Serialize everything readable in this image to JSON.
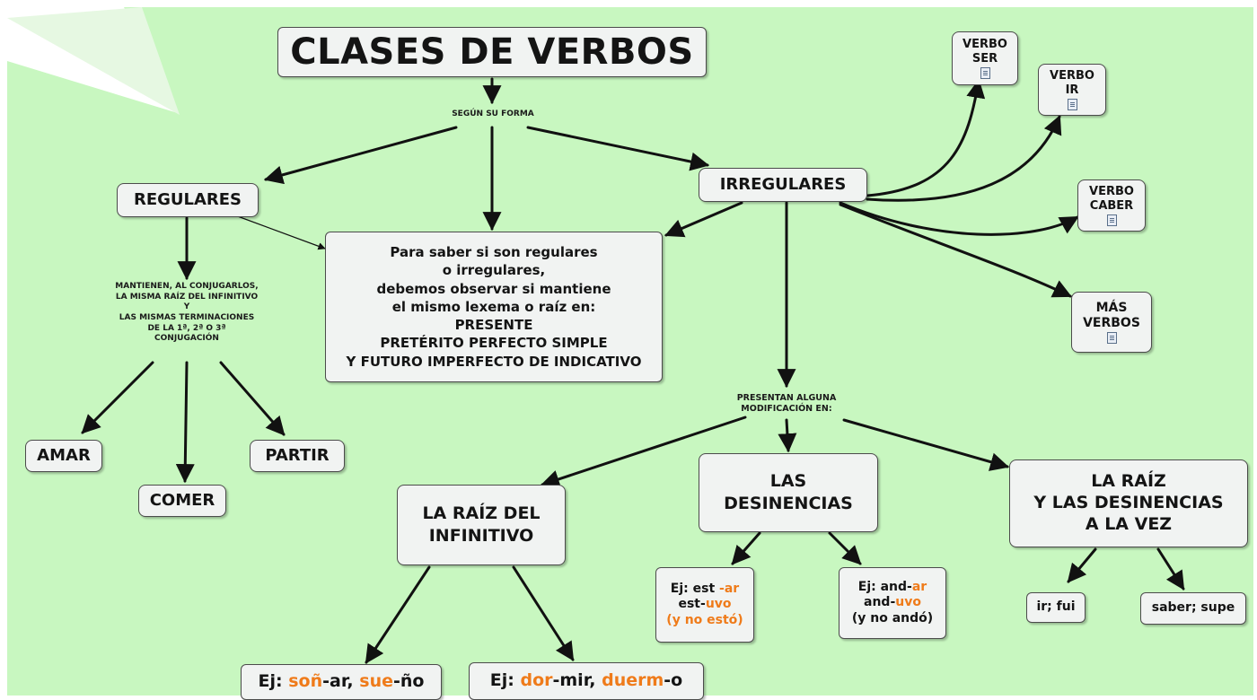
{
  "colors": {
    "background": "#c8f7c0",
    "node_fill": "#f1f3f2",
    "highlight": "#ef7b1a",
    "line": "#1a1a1a"
  },
  "title": "CLASES DE VERBOS",
  "link_labels": {
    "segun_forma": "SEGÚN SU FORMA",
    "mantienen": "MANTIENEN, AL CONJUGARLOS,\nLA MISMA RAÍZ DEL INFINITIVO\nY\nLAS MISMAS TERMINACIONES\nDE LA 1ª, 2ª O 3ª\nCONJUGACIÓN",
    "presentan": "PRESENTAN ALGUNA\nMODIFICACIÓN EN:"
  },
  "nodes": {
    "regulares": "REGULARES",
    "irregulares": "IRREGULARES",
    "explicacion": "Para saber si son regulares\no irregulares,\ndebemos observar si mantiene\nel mismo lexema o raíz en:\nPRESENTE\nPRETÉRITO PERFECTO SIMPLE\nY FUTURO IMPERFECTO DE INDICATIVO",
    "amar": "AMAR",
    "comer": "COMER",
    "partir": "PARTIR",
    "verbo_ser": "VERBO\nSER",
    "verbo_ir": "VERBO\nIR",
    "verbo_caber": "VERBO\nCABER",
    "mas_verbos": "MÁS\nVERBOS",
    "raiz_infinitivo": "LA RAÍZ DEL\nINFINITIVO",
    "desinencias": "LAS\nDESINENCIAS",
    "raiz_desinencias": "LA RAÍZ\nY  LAS DESINENCIAS\nA LA VEZ",
    "ir_fui": "ir; fui",
    "saber_supe": "saber; supe"
  },
  "examples": {
    "sonar": {
      "prefix": "Ej: ",
      "a": "soñ",
      "b": "-ar, ",
      "c": "sue",
      "d": "-ño"
    },
    "dormir": {
      "prefix": "Ej: ",
      "a": "dor",
      "b": "-mir, ",
      "c": "duerm",
      "d": "-o"
    },
    "estar": {
      "l1a": "Ej: est ",
      "l1b": "-ar",
      "l2a": "est-",
      "l2b": "uvo",
      "l3": "(y no estó)"
    },
    "andar": {
      "l1a": "Ej: and-",
      "l1b": "ar",
      "l2a": "and-",
      "l2b": "uvo",
      "l3": "(y no andó)"
    }
  }
}
